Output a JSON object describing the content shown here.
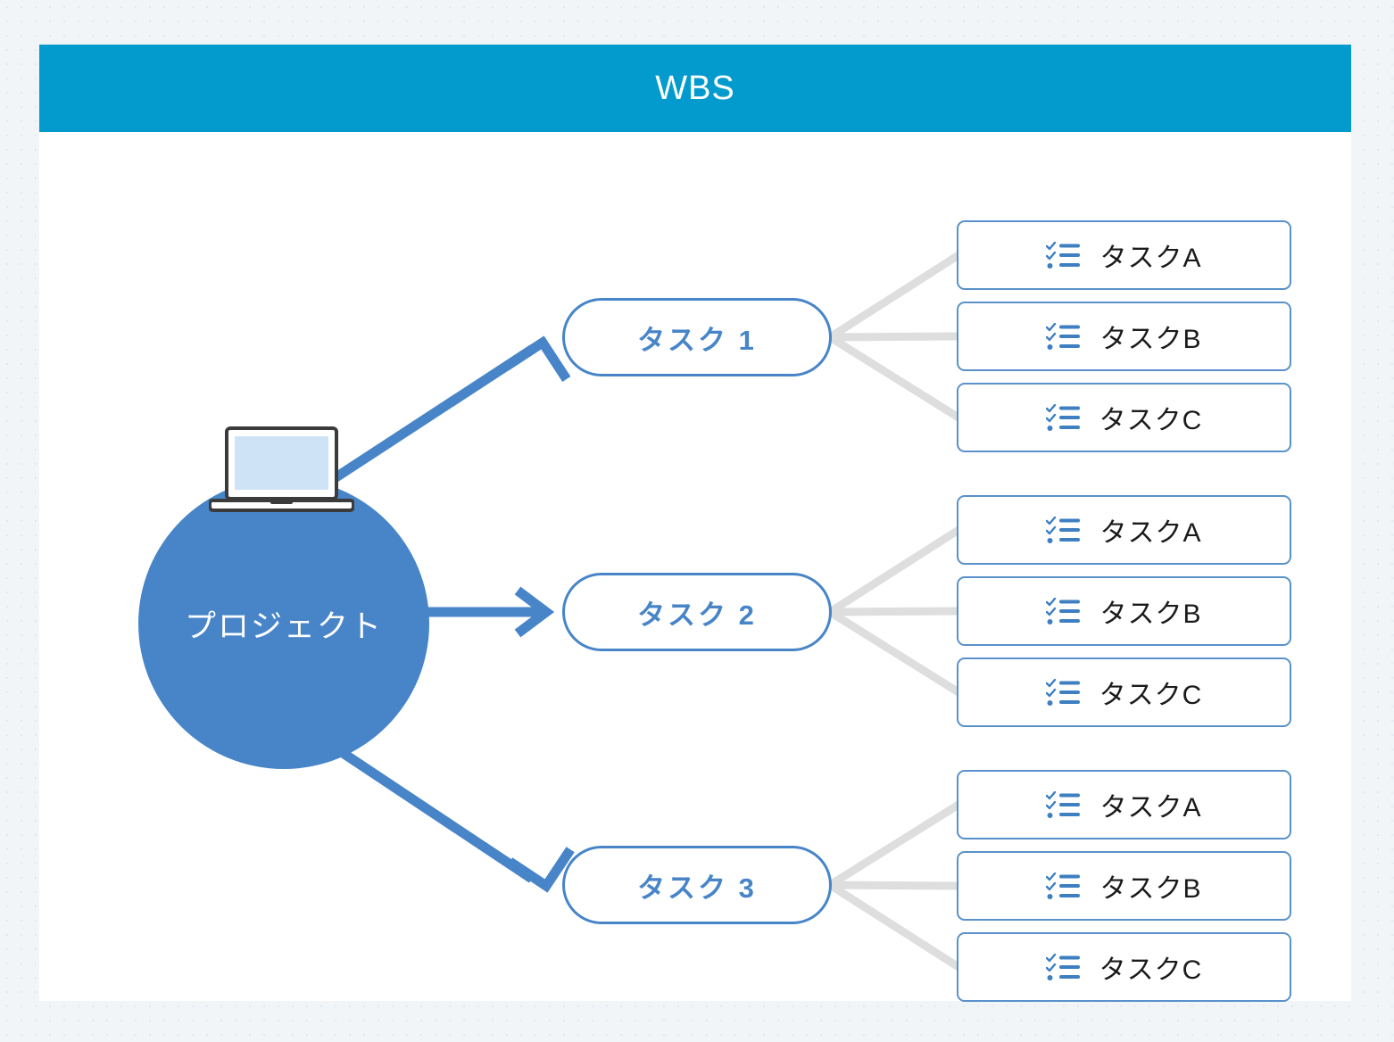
{
  "header": {
    "title": "WBS",
    "bar_color": "#039BCD",
    "title_color": "#FFFFFF"
  },
  "canvas": {
    "background_color": "#F1F5F8",
    "card_color": "#FFFFFF"
  },
  "diagram": {
    "type": "work-breakdown-structure",
    "root": {
      "label": "プロジェクト",
      "shape": "circle",
      "fill_color": "#4785C8",
      "text_color": "#FFFFFF",
      "icon": "laptop-icon"
    },
    "connector_arrow_color": "#4785C8",
    "connector_line_color": "#DDDDDD",
    "branches": [
      {
        "label": "タスク 1",
        "shape": "rounded-pill",
        "border_color": "#4785C8",
        "text_color": "#4785C8",
        "children": [
          {
            "label": "タスクA",
            "icon": "checklist-icon"
          },
          {
            "label": "タスクB",
            "icon": "checklist-icon"
          },
          {
            "label": "タスクC",
            "icon": "checklist-icon"
          }
        ]
      },
      {
        "label": "タスク 2",
        "shape": "rounded-pill",
        "border_color": "#4785C8",
        "text_color": "#4785C8",
        "children": [
          {
            "label": "タスクA",
            "icon": "checklist-icon"
          },
          {
            "label": "タスクB",
            "icon": "checklist-icon"
          },
          {
            "label": "タスクC",
            "icon": "checklist-icon"
          }
        ]
      },
      {
        "label": "タスク 3",
        "shape": "rounded-pill",
        "border_color": "#4785C8",
        "text_color": "#4785C8",
        "children": [
          {
            "label": "タスクA",
            "icon": "checklist-icon"
          },
          {
            "label": "タスクB",
            "icon": "checklist-icon"
          },
          {
            "label": "タスクC",
            "icon": "checklist-icon"
          }
        ]
      }
    ]
  }
}
